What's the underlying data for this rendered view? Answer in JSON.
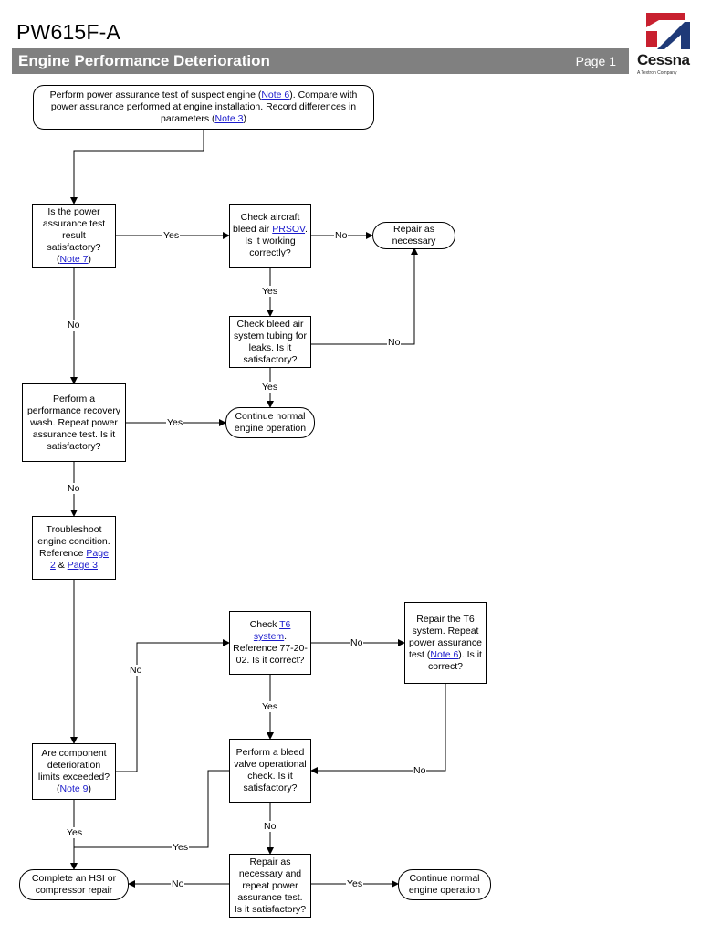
{
  "header": {
    "doc_id": "PW615F-A",
    "section_title": "Engine Performance Deterioration",
    "page_label": "Page 1",
    "logo_name": "Cessna",
    "logo_sub": "A Textron Company",
    "logo_colors": [
      "#c8202f",
      "#1f3a78"
    ]
  },
  "nodes": {
    "start": [
      "Perform power assurance test of suspect engine (",
      "Note 6",
      "). Compare with power assurance performed at engine installation. Record differences in parameters (",
      "Note 3",
      ")"
    ],
    "q_power": [
      "Is the power assurance test result satisfactory? (",
      "Note 7",
      ")"
    ],
    "check_prsov": [
      "Check aircraft bleed air ",
      "PRSOV",
      ". Is it working correctly?"
    ],
    "repair_1": [
      "Repair as necessary"
    ],
    "check_tubing": [
      "Check bleed air system tubing for leaks. Is it satisfactory?"
    ],
    "wash": [
      "Perform a performance recovery wash. Repeat power assurance test. Is it satisfactory?"
    ],
    "continue_1": [
      "Continue normal engine operation"
    ],
    "troubleshoot": [
      "Troubleshoot engine condition. Reference ",
      "Page 2",
      " & ",
      "Page 3"
    ],
    "check_t6": [
      "Check ",
      "T6 system",
      ". Reference 77-20-02. Is it correct?"
    ],
    "repair_t6": [
      "Repair the T6 system. Repeat power assurance test (",
      "Note 6",
      "). Is it correct?"
    ],
    "bleed_valve": [
      "Perform a bleed valve operational check. Is it satisfactory?"
    ],
    "q_limits": [
      "Are component deterioration limits exceeded? (",
      "Note 9",
      ")"
    ],
    "hsi": [
      "Complete an HSI or compressor repair"
    ],
    "repair_repeat": [
      "Repair as necessary and repeat power assurance test. Is it satisfactory?"
    ],
    "continue_2": [
      "Continue normal engine operation"
    ]
  },
  "edge_labels": {
    "yes": "Yes",
    "no": "No"
  }
}
